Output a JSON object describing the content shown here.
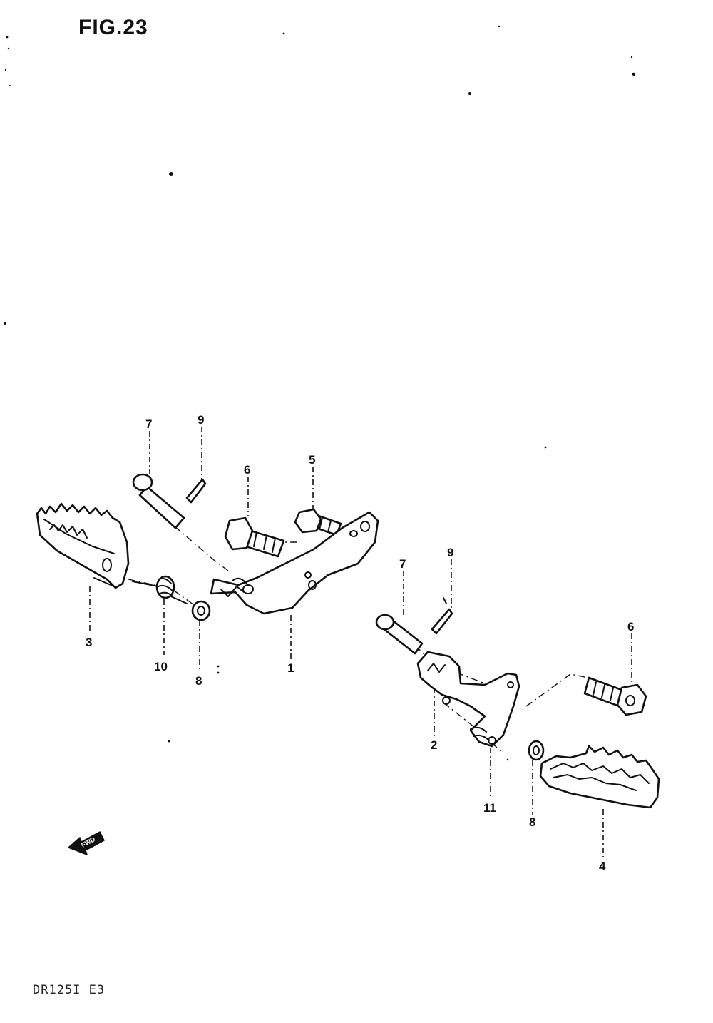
{
  "figure": {
    "title": "FIG.23",
    "model_code": "DR125I E3"
  },
  "fwd_marker": {
    "label": "FWD",
    "icon": "fwd-arrow-icon"
  },
  "callouts": {
    "c1": "1",
    "c2": "2",
    "c3": "3",
    "c4": "4",
    "c5": "5",
    "c6a": "6",
    "c6b": "6",
    "c7a": "7",
    "c7b": "7",
    "c8a": "8",
    "c8b": "8",
    "c9a": "9",
    "c9b": "9",
    "c10": "10",
    "c11": "11"
  }
}
